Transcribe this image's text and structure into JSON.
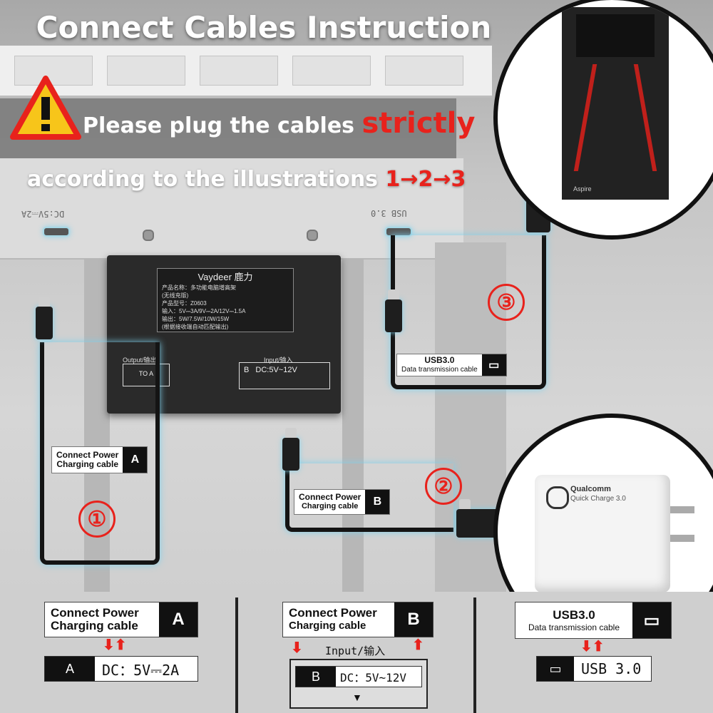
{
  "title": "Connect Cables Instruction",
  "warning": {
    "line1": "Please plug the cables",
    "line1_emphasis": "strictly",
    "line2": "according to the illustrations",
    "sequence": "1→2→3",
    "icon": "warning-triangle-icon",
    "accent_color": "#e8221c"
  },
  "stand": {
    "rear_left_label": "DC:5V⎓2A",
    "rear_right_label": "USB 3.0"
  },
  "module": {
    "brand": "Vaydeer 鹿力",
    "spec_lines": [
      "产品名称：多功能电脑增高架",
      "(无线充版)",
      "产品型号：Z0603",
      "输入：5V⎓3A/9V⎓2A/12V⎓1.5A",
      "输出：5W/7.5W/10W/15W",
      "(根据接收端自动匹配输出)"
    ],
    "output_title": "Output/输出",
    "output_port": "TO A",
    "input_title": "Input/输入",
    "input_port": "B",
    "input_value": "DC:5V~12V"
  },
  "steps": [
    {
      "number": "①",
      "label_line1": "Connect Power",
      "label_line2": "Charging cable",
      "port": "A"
    },
    {
      "number": "②",
      "label_line1": "Connect Power",
      "label_line2": "Charging cable",
      "port": "B"
    },
    {
      "number": "③",
      "label_line1": "USB3.0",
      "label_line2": "Data transmission cable",
      "port": "monitor-icon"
    }
  ],
  "charger_brand": "Qualcomm",
  "charger_sub": "Quick Charge 3.0",
  "pc_brand": "Aspire",
  "legend": {
    "a": {
      "line1": "Connect Power",
      "line2": "Charging cable",
      "port_letter": "A",
      "value": "DC：5V⎓2A"
    },
    "b": {
      "line1": "Connect Power",
      "line2": "Charging cable",
      "port_letter": "B",
      "title": "Input/输入",
      "value": "DC：5V~12V",
      "marker": "▼"
    },
    "c": {
      "line1": "USB3.0",
      "line2": "Data transmission cable",
      "value": "USB 3.0"
    }
  }
}
